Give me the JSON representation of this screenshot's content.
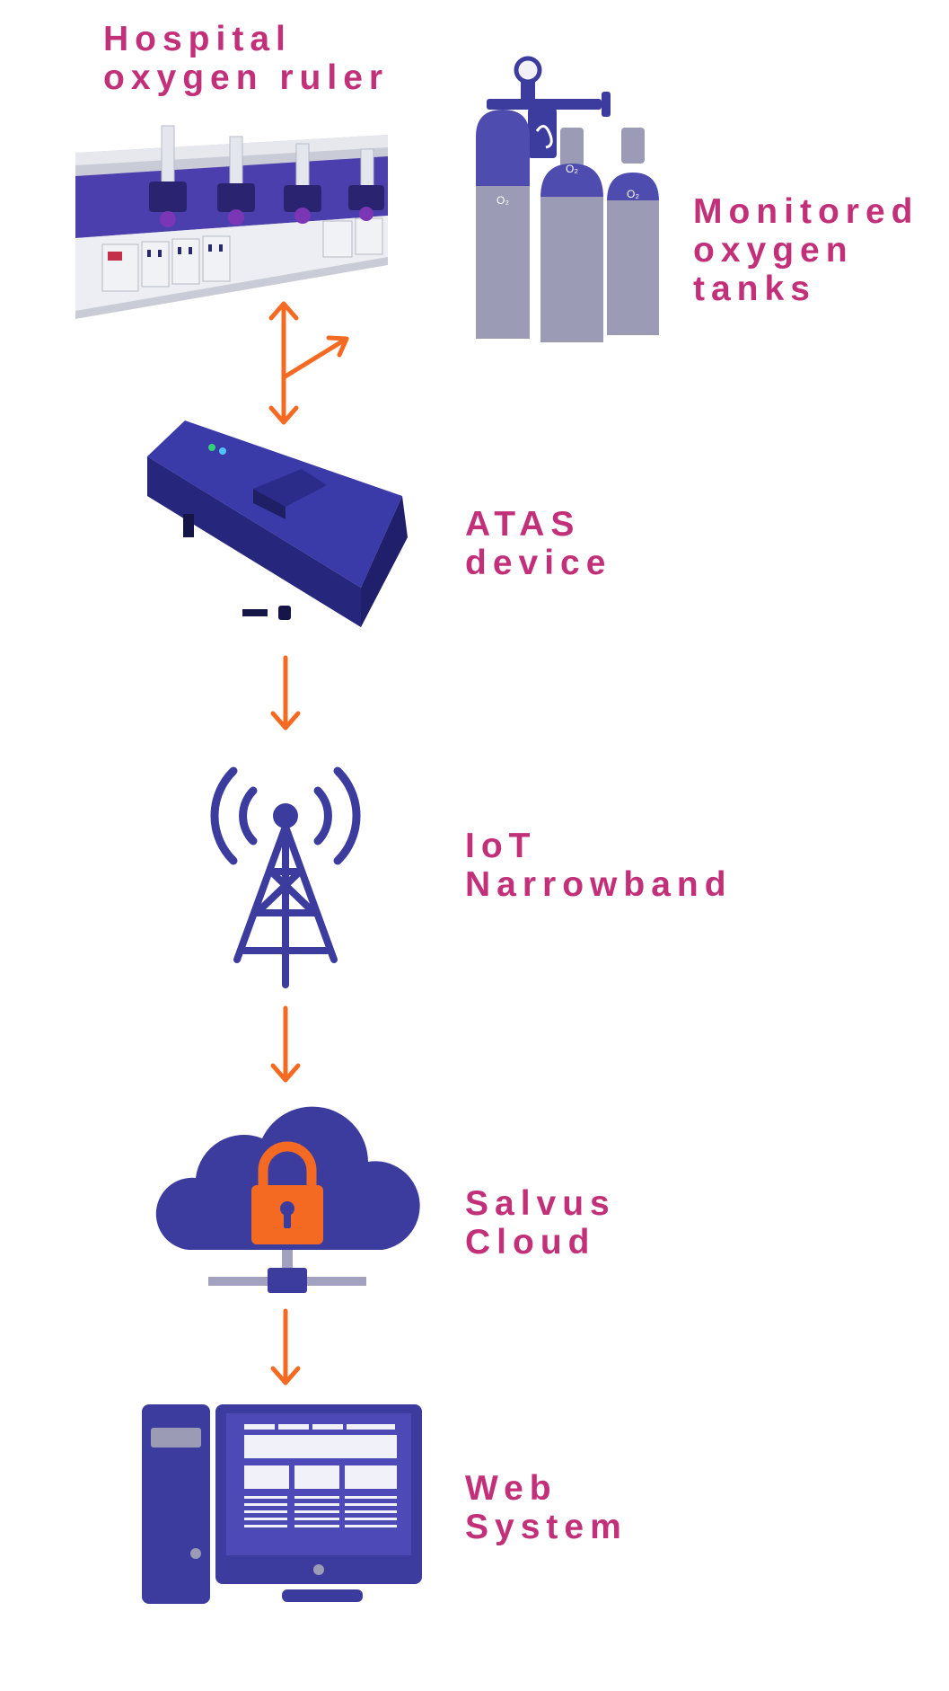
{
  "nodes": {
    "hospital_ruler": {
      "line1": "Hospital",
      "line2": "oxygen ruler",
      "icon": "oxygen-ruler-panel"
    },
    "oxygen_tanks": {
      "line1": "Monitored",
      "line2": "oxygen",
      "line3": "tanks",
      "icon": "oxygen-cylinders",
      "tank_label": "O₂"
    },
    "atas_device": {
      "line1": "ATAS",
      "line2": "device",
      "icon": "iot-box-device"
    },
    "iot_network": {
      "line1": "IoT",
      "line2": "Narrowband",
      "icon": "radio-tower"
    },
    "cloud": {
      "line1": "Salvus",
      "line2": "Cloud",
      "icon": "secure-cloud"
    },
    "web_system": {
      "line1": "Web",
      "line2": "System",
      "icon": "desktop-computer"
    }
  },
  "colors": {
    "label": "#c2307a",
    "arrow": "#f46a22",
    "illustration": "#3c3c9e",
    "lock": "#f46a22",
    "grey": "#9b9bb5"
  }
}
